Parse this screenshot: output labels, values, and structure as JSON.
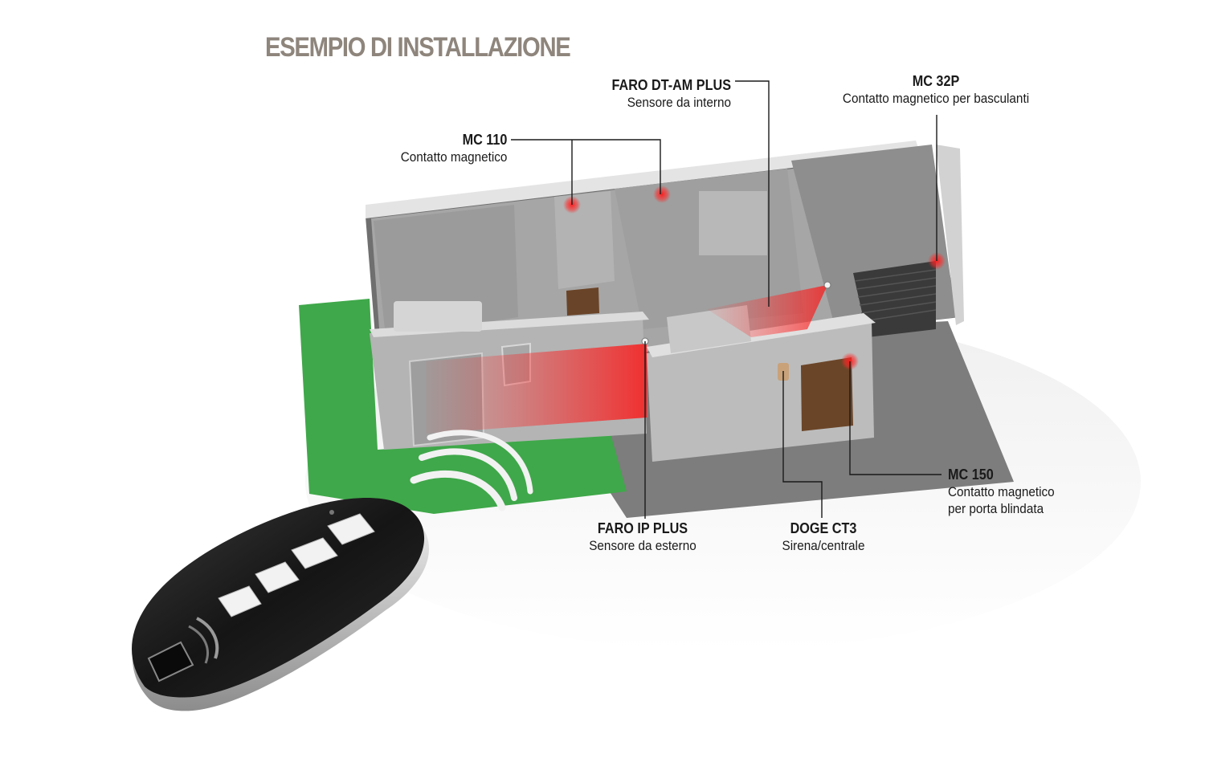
{
  "title": "ESEMPIO DI INSTALLAZIONE",
  "labels": {
    "mc110": {
      "name": "MC 110",
      "desc": "Contatto magnetico"
    },
    "faro_dt": {
      "name": "FARO DT-AM PLUS",
      "desc": "Sensore da interno"
    },
    "mc32p": {
      "name": "MC 32P",
      "desc": "Contatto magnetico per basculanti"
    },
    "mc150": {
      "name": "MC 150",
      "desc": "Contatto magnetico",
      "desc2": "per porta blindata"
    },
    "faro_ip": {
      "name": "FARO IP PLUS",
      "desc": "Sensore da esterno"
    },
    "doge": {
      "name": "DOGE CT3",
      "desc": "Sirena/centrale"
    }
  },
  "colors": {
    "title": "#8e857c",
    "wall": "#c9c9c9",
    "floor": "#8a8a8a",
    "lawn": "#3fa84a",
    "sensor": "#e3141b",
    "remote": "#1c1c1c"
  }
}
